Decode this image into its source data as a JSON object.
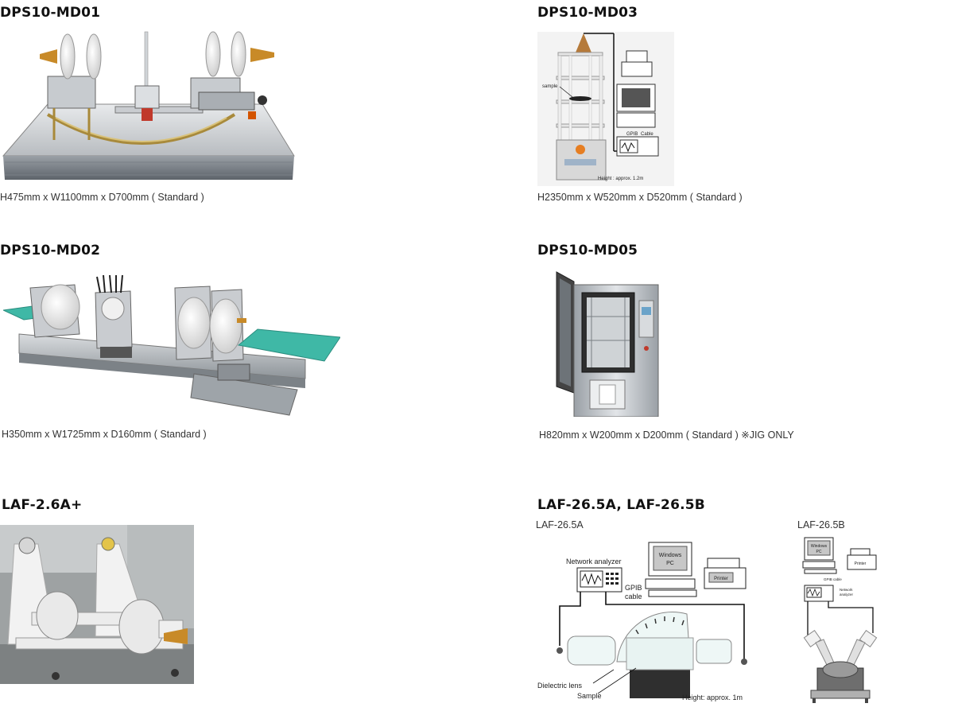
{
  "products": [
    {
      "title": "DPS10-MD01",
      "caption": "H475mm x W1100mm x D700mm ( Standard )"
    },
    {
      "title": "DPS10-MD03",
      "caption": "H2350mm x W520mm x D520mm ( Standard )"
    },
    {
      "title": "DPS10-MD02",
      "caption": "H350mm x W1725mm x D160mm ( Standard )"
    },
    {
      "title": "DPS10-MD05",
      "caption": "H820mm x W200mm x D200mm ( Standard ) ※JIG ONLY"
    },
    {
      "title": "LAF-2.6A+",
      "caption": ""
    },
    {
      "title": "LAF-26.5A, LAF-26.5B",
      "caption": ""
    }
  ],
  "laf265": {
    "sub_a": "LAF-26.5A",
    "sub_b": "LAF-26.5B",
    "diagram_a": {
      "network_analyzer": "Network analyzer",
      "windows_pc_1": "Windows",
      "windows_pc_2": "PC",
      "printer": "Printer",
      "gpib_1": "GPIB",
      "gpib_2": "cable",
      "dielectric_lens": "Dielectric lens",
      "sample": "Sample",
      "height": "Height: approx. 1m"
    },
    "diagram_b": {
      "windows_pc_1": "Windows",
      "windows_pc_2": "PC",
      "printer": "Printer",
      "gpib": "GPIB cable",
      "network_1": "Network",
      "network_2": "analyzer"
    }
  },
  "md03_diagram": {
    "sample": "sample",
    "gpib": "GPIB",
    "cable": "Cable",
    "height": "Height : approx. 1.2m"
  },
  "icons": [
    "equipment-photo",
    "system-diagram"
  ]
}
